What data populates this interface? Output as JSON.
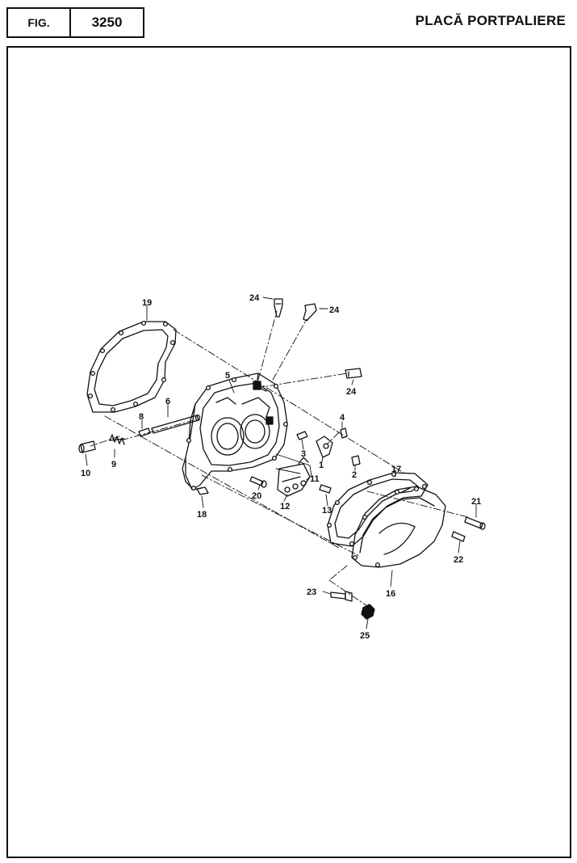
{
  "header": {
    "fig_label": "FIG.",
    "fig_number": "3250",
    "title": "PLACĂ PORTPALIERE"
  },
  "callouts": {
    "c1": "1",
    "c2": "2",
    "c3": "3",
    "c4": "4",
    "c5": "5",
    "c6": "6",
    "c8": "8",
    "c9": "9",
    "c10": "10",
    "c11": "11",
    "c12": "12",
    "c13": "13",
    "c16": "16",
    "c17": "17",
    "c18": "18",
    "c19": "19",
    "c20": "20",
    "c21": "21",
    "c22": "22",
    "c23": "23",
    "c24a": "24",
    "c24b": "24",
    "c24c": "24",
    "c25": "25"
  }
}
